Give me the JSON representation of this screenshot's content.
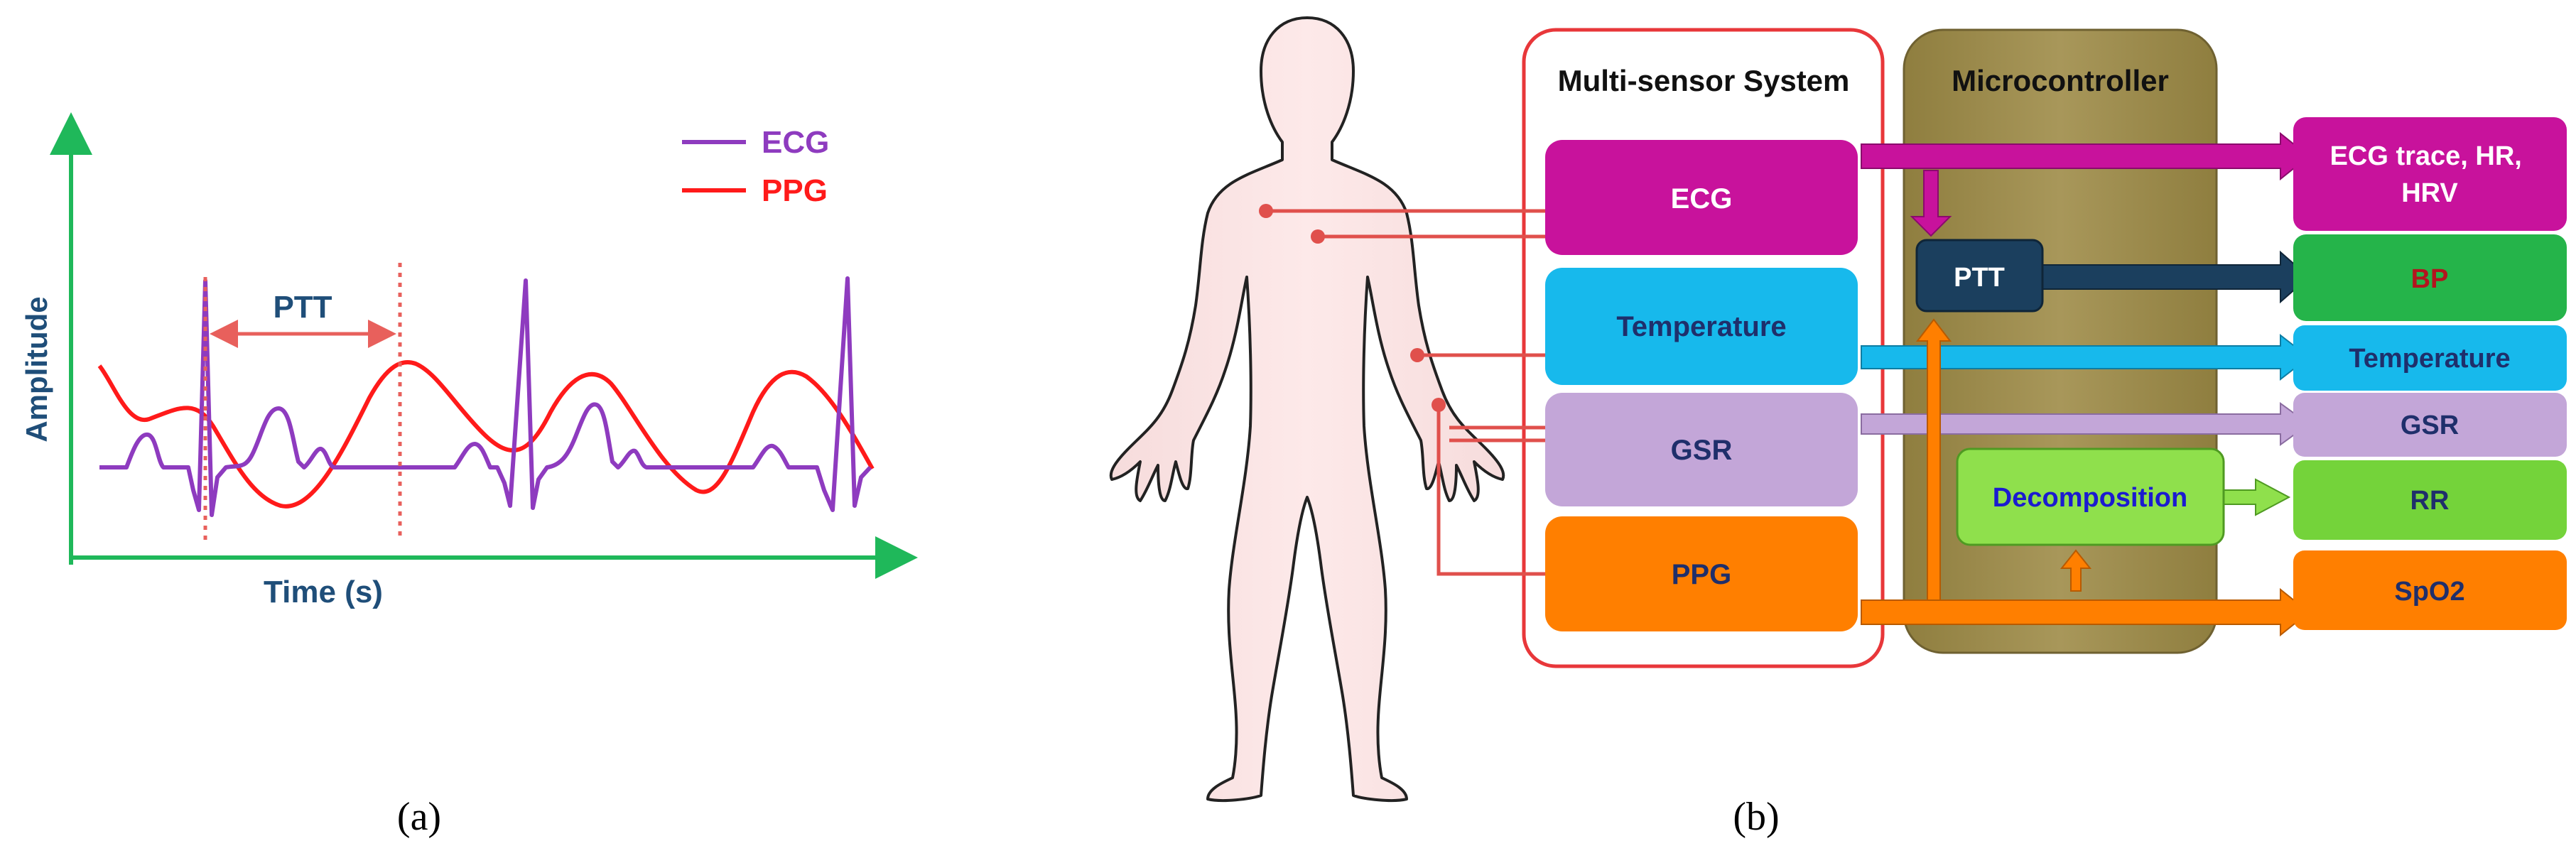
{
  "panel_a": {
    "ylabel": "Amplitude",
    "xlabel": "Time (s)",
    "interval_label": "PTT",
    "legend": [
      {
        "name": "ECG",
        "color": "#8e3bbf"
      },
      {
        "name": "PPG",
        "color": "#ff1a1a"
      }
    ],
    "caption": "(a)"
  },
  "panel_b": {
    "multi_sensor_title": "Multi-sensor System",
    "microcontroller_title": "Microcontroller",
    "sensors": [
      {
        "id": "ecg",
        "label": "ECG",
        "color": "#c8129c",
        "text_color": "#ffffff"
      },
      {
        "id": "temperature",
        "label": "Temperature",
        "color": "#17b9ec",
        "text_color": "#1f2f6b"
      },
      {
        "id": "gsr",
        "label": "GSR",
        "color": "#c3a6d8",
        "text_color": "#1f2f6b"
      },
      {
        "id": "ppg",
        "label": "PPG",
        "color": "#ff7f00",
        "text_color": "#1f2f6b"
      }
    ],
    "processing": [
      {
        "id": "ptt",
        "label": "PTT",
        "color": "#1b3f5e",
        "text_color": "#ffffff"
      },
      {
        "id": "decomposition",
        "label": "Decomposition",
        "color": "#8fe04c",
        "text_color": "#1b1bd0"
      }
    ],
    "outputs": [
      {
        "id": "ecg_out",
        "label": "ECG trace, HR, HRV",
        "color": "#c8129c",
        "text_color": "#ffffff"
      },
      {
        "id": "bp",
        "label": "BP",
        "color": "#25b44a",
        "text_color": "#b3141e"
      },
      {
        "id": "temperature_out",
        "label": "Temperature",
        "color": "#17b9ec",
        "text_color": "#1f2f6b"
      },
      {
        "id": "gsr_out",
        "label": "GSR",
        "color": "#c3a6d8",
        "text_color": "#1f2f6b"
      },
      {
        "id": "rr",
        "label": "RR",
        "color": "#74d33a",
        "text_color": "#1f2f6b"
      },
      {
        "id": "spo2",
        "label": "SpO2",
        "color": "#ff7f00",
        "text_color": "#1f2f6b"
      }
    ],
    "caption": "(b)"
  }
}
